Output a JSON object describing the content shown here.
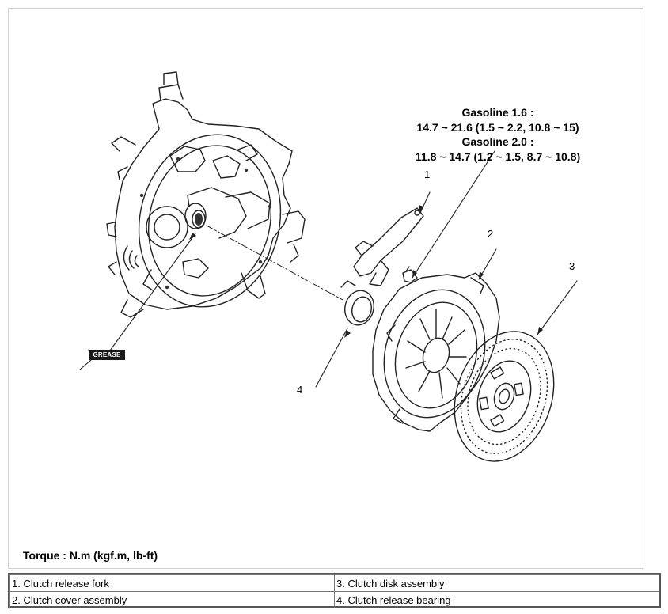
{
  "torque_spec": {
    "line1": "Gasoline 1.6 :",
    "line2": "14.7 ~ 21.6 (1.5 ~ 2.2, 10.8 ~ 15)",
    "line3": "Gasoline 2.0 :",
    "line4": "11.8 ~ 14.7 (1.2 ~ 1.5, 8.7 ~ 10.8)"
  },
  "callouts": [
    "1",
    "2",
    "3",
    "4"
  ],
  "grease_label": "GREASE",
  "torque_units": "Torque : N.m (kgf.m, lb-ft)",
  "legend": {
    "rows": [
      [
        "1. Clutch release fork",
        "3. Clutch disk assembly"
      ],
      [
        "2. Clutch cover assembly",
        "4. Clutch release bearing"
      ]
    ]
  }
}
